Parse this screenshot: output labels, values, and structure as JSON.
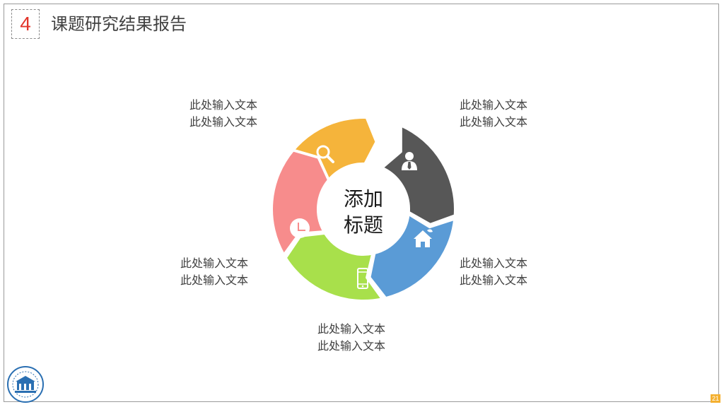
{
  "header": {
    "section_number": "4",
    "title": "课题研究结果报告"
  },
  "diagram": {
    "center_line1": "添加",
    "center_line2": "标题",
    "segments": [
      {
        "color": "#f5b43b",
        "icon": "search-icon",
        "text_line1": "此处输入文本",
        "text_line2": "此处输入文本"
      },
      {
        "color": "#575757",
        "icon": "person-icon",
        "text_line1": "此处输入文本",
        "text_line2": "此处输入文本"
      },
      {
        "color": "#5a9bd6",
        "icon": "house-icon",
        "text_line1": "此处输入文本",
        "text_line2": "此处输入文本"
      },
      {
        "color": "#a8e04b",
        "icon": "phone-icon",
        "text_line1": "此处输入文本",
        "text_line2": "此处输入文本"
      },
      {
        "color": "#f78c8c",
        "icon": "clock-icon",
        "text_line1": "此处输入文本",
        "text_line2": "此处输入文本"
      }
    ]
  },
  "footer": {
    "page_number": "21"
  }
}
